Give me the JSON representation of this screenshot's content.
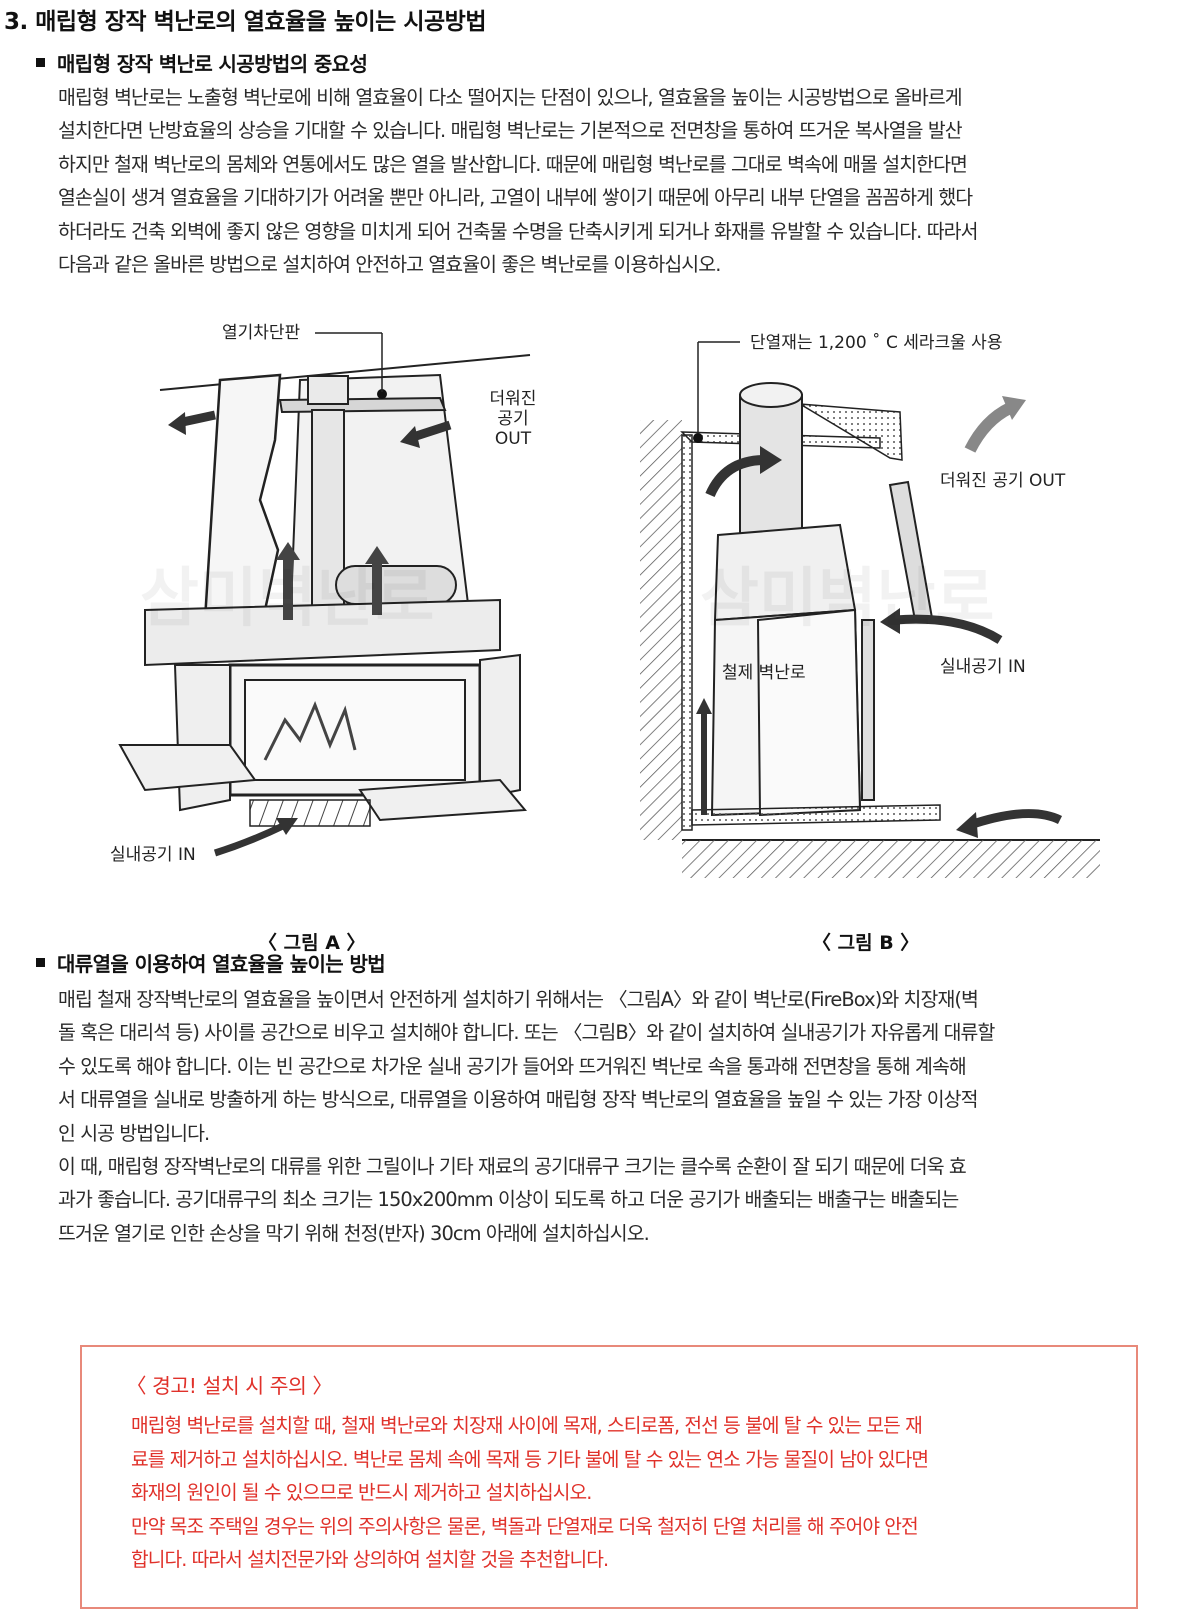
{
  "page_title": "3. 매립형 장작 벽난로의 열효율을 높이는 시공방법",
  "section1": {
    "heading": "매립형 장작 벽난로 시공방법의 중요성",
    "lines": [
      "매립형 벽난로는 노출형 벽난로에 비해 열효율이 다소 떨어지는 단점이 있으나, 열효율을 높이는 시공방법으로 올바르게",
      "설치한다면 난방효율의 상승을 기대할 수 있습니다. 매립형 벽난로는 기본적으로 전면창을 통하여 뜨거운 복사열을 발산",
      "하지만 철재 벽난로의 몸체와 연통에서도 많은 열을 발산합니다. 때문에 매립형 벽난로를 그대로 벽속에 매몰 설치한다면",
      "열손실이 생겨 열효율을 기대하기가 어려울 뿐만 아니라, 고열이 내부에 쌓이기 때문에 아무리 내부 단열을 꼼꼼하게 했다",
      "하더라도 건축 외벽에 좋지 않은 영향을 미치게 되어 건축물 수명을 단축시키게 되거나 화재를 유발할 수 있습니다. 따라서",
      "다음과 같은 올바른 방법으로 설치하여 안전하고 열효율이 좋은 벽난로를 이용하십시오."
    ]
  },
  "figure_a": {
    "label_shield": "열기차단판",
    "label_out_1": "더워진",
    "label_out_2": "공기",
    "label_out_3": "OUT",
    "label_in": "실내공기 IN",
    "watermark": "삼미벽난로",
    "caption": "〈 그림 A 〉"
  },
  "figure_b": {
    "label_insulation": "단열재는 1,200 ˚ C 세라크울 사용",
    "label_out": "더워진 공기 OUT",
    "label_firebox": "철제 벽난로",
    "label_in": "실내공기 IN",
    "watermark": "삼미벽난로",
    "caption": "〈 그림 B 〉"
  },
  "section2": {
    "heading": "대류열을 이용하여 열효율을 높이는 방법",
    "lines": [
      "매립 철재 장작벽난로의 열효율을 높이면서 안전하게 설치하기 위해서는 〈그림A〉와 같이 벽난로(FireBox)와 치장재(벽",
      "돌 혹은 대리석 등) 사이를 공간으로 비우고 설치해야 합니다. 또는 〈그림B〉와 같이 설치하여 실내공기가 자유롭게 대류할",
      "수 있도록 해야 합니다. 이는 빈 공간으로 차가운 실내 공기가 들어와 뜨거워진 벽난로 속을 통과해 전면창을 통해 계속해",
      "서 대류열을 실내로 방출하게 하는 방식으로, 대류열을 이용하여 매립형 장작 벽난로의 열효율을 높일 수 있는 가장 이상적",
      "인 시공 방법입니다.",
      "이 때, 매립형 장작벽난로의 대류를 위한 그릴이나 기타 재료의 공기대류구 크기는 클수록 순환이 잘 되기 때문에 더욱 효",
      "과가 좋습니다. 공기대류구의 최소 크기는 150x200mm 이상이 되도록 하고 더운 공기가 배출되는 배출구는 배출되는",
      "뜨거운 열기로 인한 손상을 막기 위해 천정(반자) 30cm 아래에 설치하십시오."
    ]
  },
  "warning": {
    "title": "〈 경고! 설치 시 주의 〉",
    "lines": [
      "매립형 벽난로를 설치할 때, 철재 벽난로와 치장재 사이에 목재, 스티로폼, 전선 등 불에 탈 수 있는 모든 재",
      "료를 제거하고 설치하십시오. 벽난로 몸체 속에 목재 등 기타 불에 탈 수 있는 연소 가능 물질이 남아 있다면",
      "화재의 원인이 될 수 있으므로 반드시 제거하고 설치하십시오.",
      "만약 목조 주택일 경우는 위의 주의사항은 물론, 벽돌과 단열재로 더욱 철저히 단열 처리를 해 주어야 안전",
      "합니다. 따라서 설치전문가와 상의하여 설치할 것을 추천합니다."
    ]
  },
  "colors": {
    "warning_red": "#e0312a",
    "warning_border": "#e8897a",
    "text": "#2a2a2a"
  }
}
